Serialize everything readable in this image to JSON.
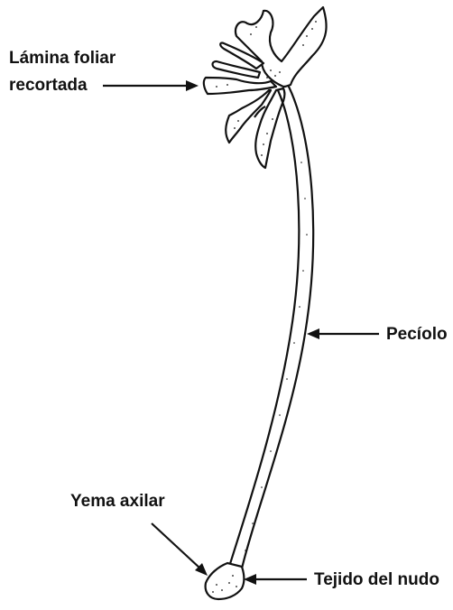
{
  "labels": {
    "leaf_blade": [
      "Lámina foliar",
      "recortada"
    ],
    "petiole": "Pecíolo",
    "axillary_bud": "Yema axilar",
    "node_tissue": "Tejido del nudo"
  },
  "colors": {
    "ink": "#111111",
    "background": "#ffffff"
  }
}
